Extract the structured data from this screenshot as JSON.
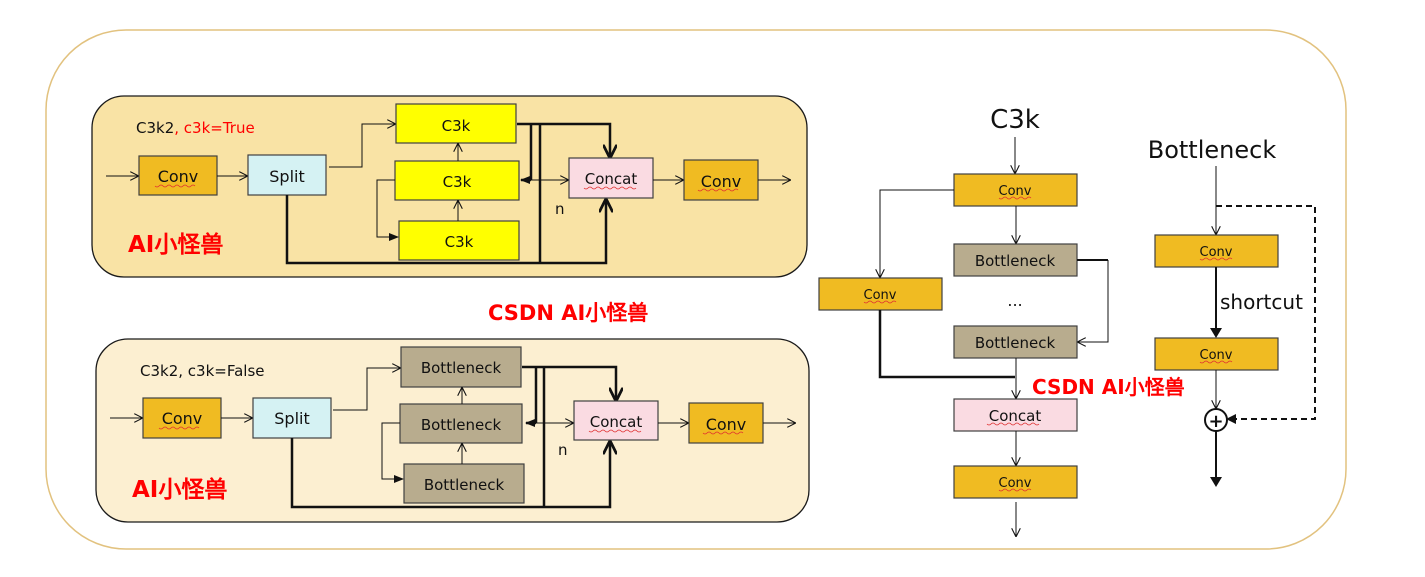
{
  "colors": {
    "outer_border": "#e2c27f",
    "panel_true_bg": "#f9e3a5",
    "panel_false_bg": "#fcefd1",
    "conv": "#f0bb22",
    "split": "#d5f2f3",
    "c3k": "#ffff00",
    "concat": "#fadbe2",
    "bottleneck": "#b8ac8e",
    "watermark": "#ff0000"
  },
  "panel_true": {
    "title_prefix": "C3k2",
    "title_suffix": ", c3k=True",
    "conv_label": "Conv",
    "split_label": "Split",
    "block_labels": [
      "C3k",
      "C3k",
      "C3k"
    ],
    "concat_label": "Concat",
    "out_conv_label": "Conv",
    "n_label": "n",
    "watermark": "AI小怪兽"
  },
  "panel_false": {
    "title": "C3k2, c3k=False",
    "conv_label": "Conv",
    "split_label": "Split",
    "block_labels": [
      "Bottleneck",
      "Bottleneck",
      "Bottleneck"
    ],
    "concat_label": "Concat",
    "out_conv_label": "Conv",
    "n_label": "n",
    "watermark": "AI小怪兽"
  },
  "center_watermark": "CSDN AI小怪兽",
  "c3k_diagram": {
    "title": "C3k",
    "top_conv": "Conv",
    "side_conv": "Conv",
    "bottleneck_1": "Bottleneck",
    "ellipsis": "...",
    "bottleneck_2": "Bottleneck",
    "concat": "Concat",
    "out_conv": "Conv",
    "watermark": "CSDN AI小怪兽"
  },
  "bottleneck_diagram": {
    "title": "Bottleneck",
    "conv_1": "Conv",
    "conv_2": "Conv",
    "shortcut_label": "shortcut",
    "add_symbol": "+"
  }
}
